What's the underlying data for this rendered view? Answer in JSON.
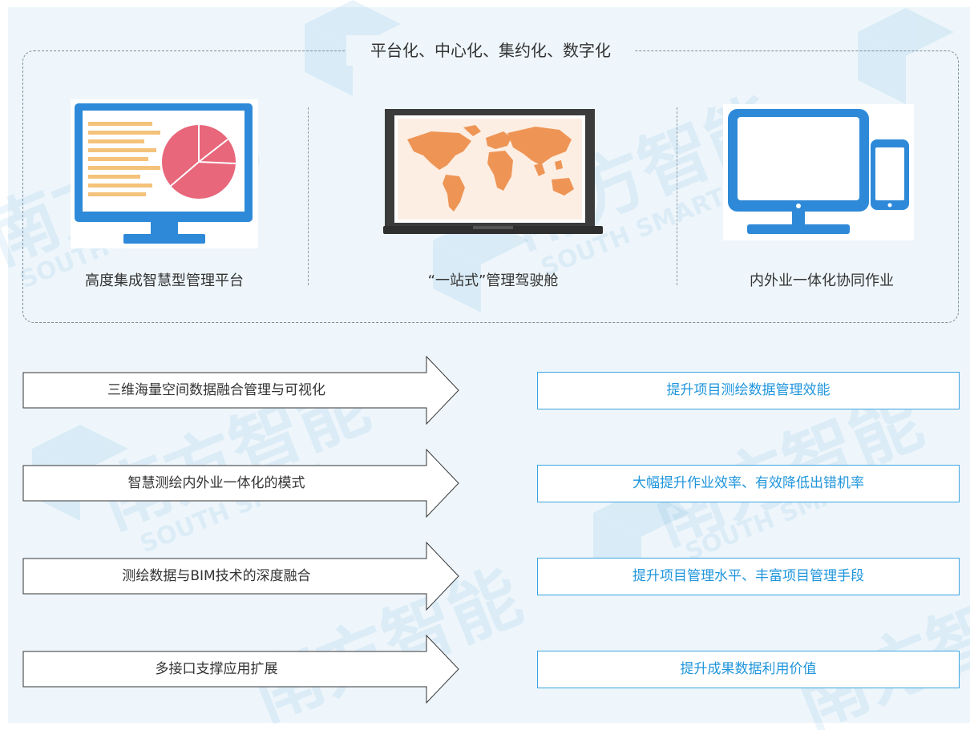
{
  "header": {
    "frame_title": "平台化、中心化、集约化、数字化"
  },
  "features": [
    {
      "caption": "高度集成智慧型管理平台",
      "icon": "monitor-pie-chart-icon"
    },
    {
      "caption": "“一站式”管理驾驶舱",
      "icon": "laptop-world-map-icon"
    },
    {
      "caption": "内外业一体化协同作业",
      "icon": "monitor-phone-icon"
    }
  ],
  "rows": [
    {
      "arrow_label": "三维海量空间数据融合管理与可视化",
      "result": "提升项目测绘数据管理效能"
    },
    {
      "arrow_label": "智慧测绘内外业一体化的模式",
      "result": "大幅提升作业效率、有效降低出错机率"
    },
    {
      "arrow_label": "测绘数据与BIM技术的深度融合",
      "result": "提升项目管理水平、丰富项目管理手段"
    },
    {
      "arrow_label": "多接口支撑应用扩展",
      "result": "提升成果数据利用价值"
    }
  ],
  "watermark": {
    "text_cn": "南方智能",
    "text_en": "SOUTH SMART",
    "icon": "south-smart-logo-icon"
  },
  "colors": {
    "background": "#eef6fb",
    "monitor_blue": "#2e8ad8",
    "pie_red": "#e8677b",
    "bar_yellow": "#f4c27a",
    "map_orange": "#ee9556",
    "laptop_dark": "#3b3b3b",
    "result_border": "#3aa3df",
    "result_text": "#1f95dc"
  }
}
